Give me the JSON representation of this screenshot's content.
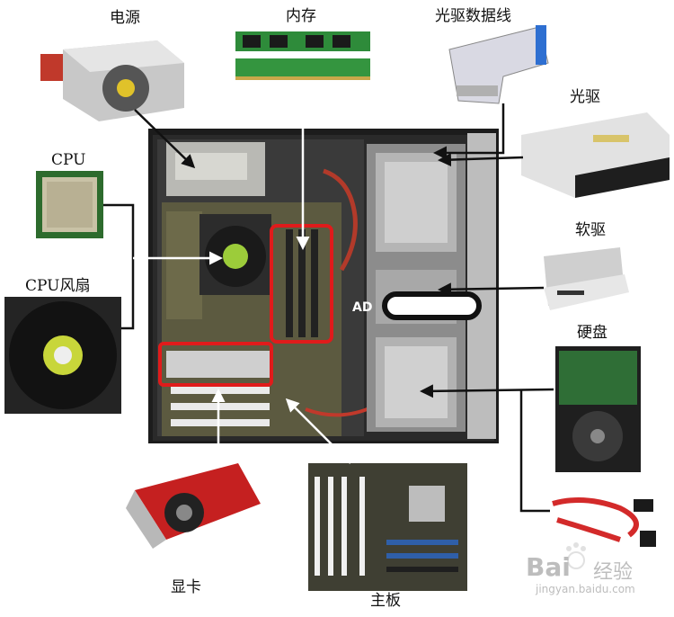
{
  "labels": {
    "power_supply": "电源",
    "memory": "内存",
    "optical_cable": "光驱数据线",
    "optical_drive": "光驱",
    "cpu": "CPU",
    "floppy": "软驱",
    "cpu_fan": "CPU风扇",
    "hard_disk": "硬盘",
    "graphics_card": "显卡",
    "motherboard": "主板"
  },
  "case_text": "AD",
  "watermark": {
    "brand": "Bai",
    "brand_cn": "经验",
    "url": "jingyan.baidu.com"
  },
  "colors": {
    "highlight": "#e01b1b",
    "arrow_white": "#ffffff",
    "arrow_black": "#111111"
  }
}
